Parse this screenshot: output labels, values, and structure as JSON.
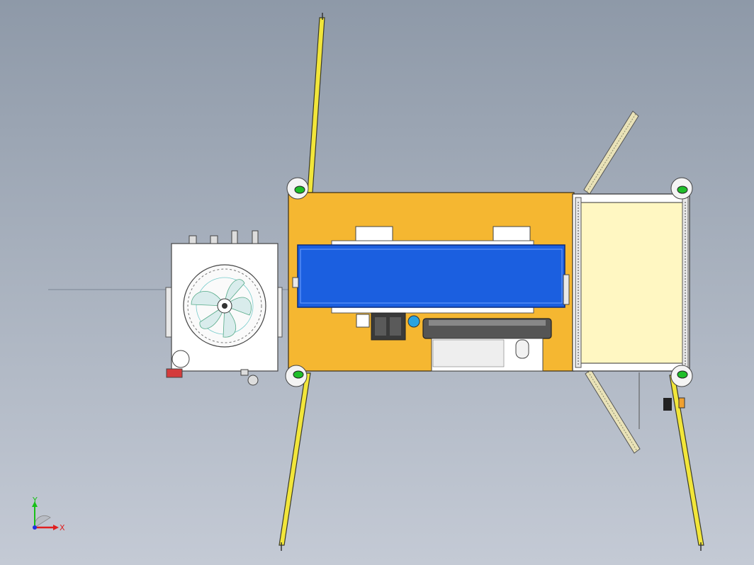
{
  "viewport": {
    "title": ""
  },
  "colors": {
    "background_top": "#8e99a8",
    "background_bottom": "#c4cad5",
    "table_top": "#f5b731",
    "conveyor": "#1b5fe0",
    "cabinet": "#ffffff",
    "enclosure_panel": "#fff7c2",
    "light_curtain": "#f2e63a",
    "caster_accent": "#1fbe2a",
    "axis_x": "#e02020",
    "axis_y": "#18c018",
    "axis_z": "#2030e0"
  },
  "triad": {
    "x_label": "X",
    "y_label": "Y"
  },
  "components": {
    "cooling_cabinet": "cabinet-with-fan",
    "conveyor": "blue-belt-conveyor",
    "monitor": "monitor",
    "keyboard": "keyboard",
    "mouse": "mouse",
    "enclosure": "framed-enclosure",
    "light_curtains": "yellow-light-curtain-posts",
    "casters": "caster-wheels"
  }
}
